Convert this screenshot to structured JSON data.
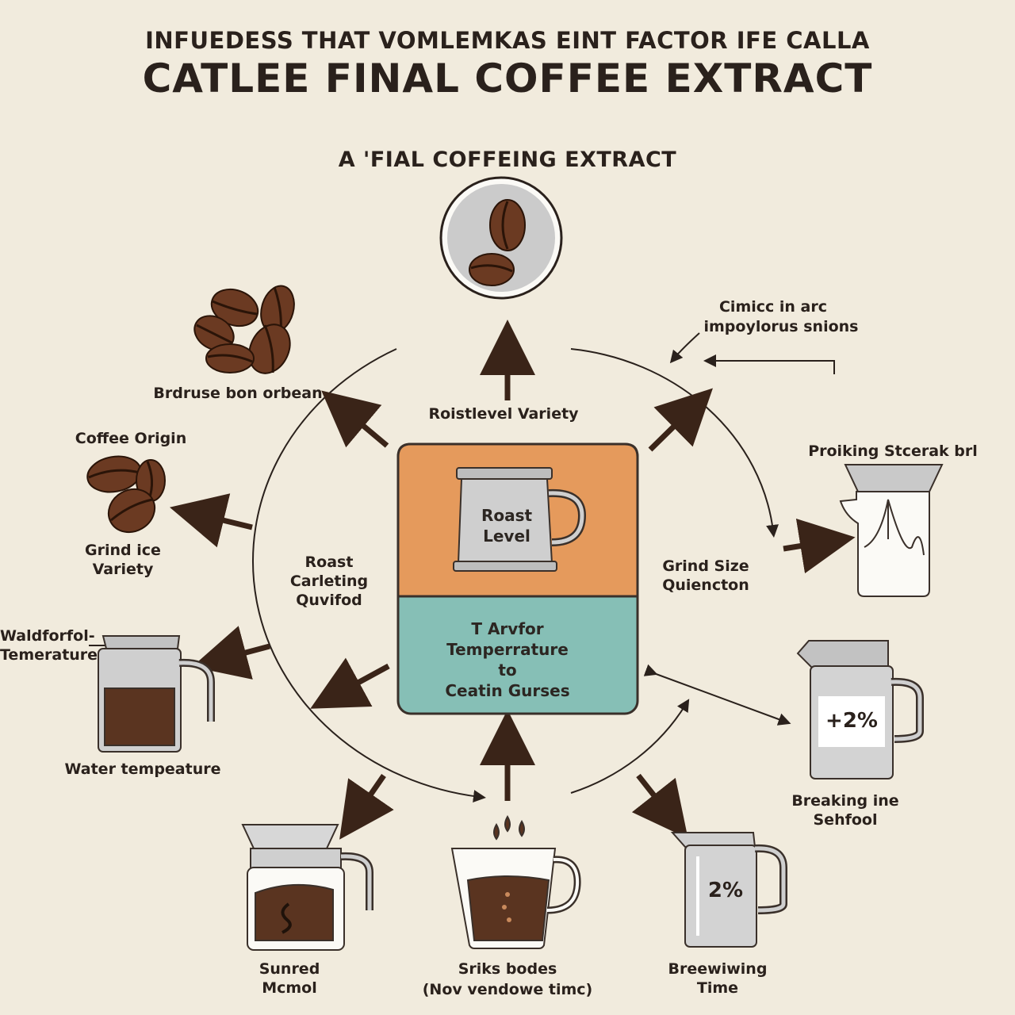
{
  "header": {
    "title_line_1": "INFUEDESS THAT VOMLEMKAS  EINT FACTOR  IFE CALLA",
    "title_line_2": "CATLEE FINAL COFFEE EXTRACT",
    "subtitle": "A 'FIAL COFFEING  EXTRACT"
  },
  "center_box": {
    "mug_label_1": "Roast",
    "mug_label_2": "Level",
    "lower_lines": [
      "T Arvfor",
      "Temperrature",
      "to",
      "Ceatin Gurses"
    ],
    "colors": {
      "top": "#e59a5c",
      "bottom": "#86bfb6",
      "border": "#3a302a"
    }
  },
  "labels": {
    "top_center": "Roistlevel  Variety",
    "beans_left": "Brdruse bon orbean",
    "coffee_origin": "Coffee Origin",
    "grind_variety": [
      "Grind ice",
      "Variety"
    ],
    "roast_left": [
      "Roast",
      "Carleting",
      "Quvifod"
    ],
    "grind_size": [
      "Grind Size",
      "Quiencton"
    ],
    "top_right_note": [
      "Cimicc in arc",
      "impoylorus snions"
    ],
    "pour_over": "Proiking Stcerak brl",
    "kettle_left": [
      "Waldforfol-",
      "Temerature"
    ],
    "water_temp": "Water tempeature",
    "breaking": [
      "Breaking ine",
      "Sehfool"
    ],
    "sunred": [
      "Sunred",
      "Mcmol"
    ],
    "cup_bottom": [
      "Sriks bodes",
      "(Nov vendowe timc)"
    ],
    "brewing_time": [
      "Breewiwing",
      "Time"
    ]
  },
  "badges": {
    "pitcher_right": "+2%",
    "pitcher_bottom": "2%"
  },
  "colors": {
    "background": "#f1ebdd",
    "bean": "#6b3a22",
    "bean_dark": "#3a1e10",
    "coffee_liquid": "#5a3420",
    "metal": "#cfcfcf",
    "outline": "#3a302a",
    "arrow": "#3a2418"
  },
  "icons": [
    "coffee-bean-icon",
    "mug-icon",
    "pour-over-icon",
    "kettle-icon",
    "pitcher-icon",
    "french-press-icon",
    "cup-icon"
  ]
}
